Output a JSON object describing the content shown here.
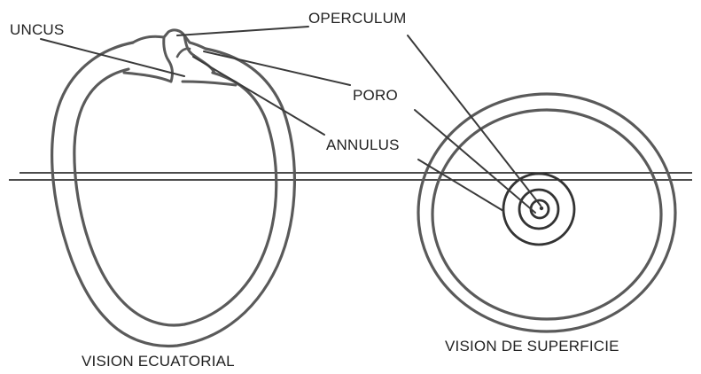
{
  "labels": {
    "uncus": "UNCUS",
    "operculum": "OPERCULUM",
    "poro": "PORO",
    "annulus": "ANNULUS",
    "vision_ecuatorial": "VISION ECUATORIAL",
    "vision_superficie": "VISION DE SUPERFICIE"
  },
  "colors": {
    "outline": "#5a5a5a",
    "leader": "#3a3a3a",
    "line": "#111111",
    "text": "#222222"
  }
}
